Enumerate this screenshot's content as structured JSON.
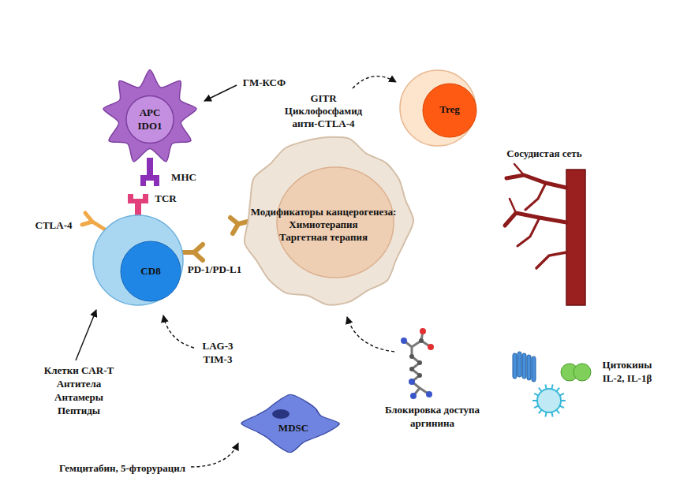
{
  "diagram": {
    "nodes": [
      {
        "text": [
          "APC",
          "IDO1"
        ]
      },
      {
        "text": [
          "Treg"
        ]
      },
      {
        "text": [
          "CD8"
        ]
      },
      {
        "text": [
          "Модификаторы канцерогенеза:",
          "Химиотерапия",
          "Таргетная терапия"
        ]
      },
      {
        "text": [
          "MDSC"
        ]
      }
    ],
    "labels": [
      "ГМ-КСФ",
      "GITR",
      "Циклофосфамид",
      "анти-CTLA-4",
      "MHC",
      "TCR",
      "CTLA-4",
      "PD-1/PD-L1",
      "Сосудистая сеть",
      "LAG-3",
      "TIM-3",
      "Клетки CAR-T",
      "Антитела",
      "Антамеры",
      "Пептиды",
      "Блокировка доступа аргинина",
      "Цитокины IL-2, IL-1β",
      "Гемцитабин, 5-фторурацил"
    ]
  }
}
